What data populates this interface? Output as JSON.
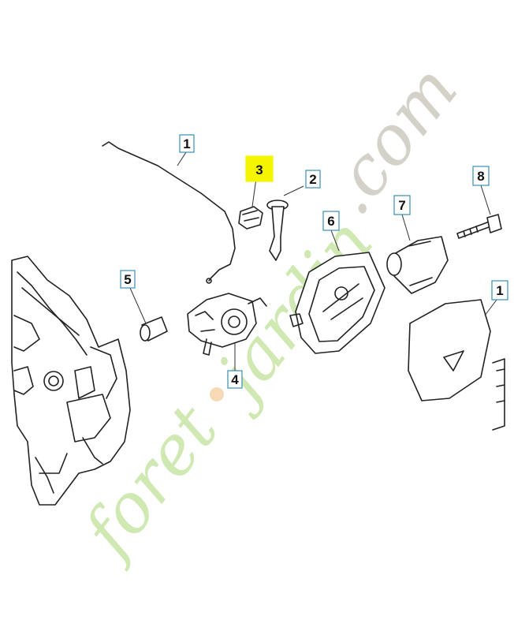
{
  "watermark": {
    "part1": "foret",
    "part2": "jardin",
    "part3": ".com",
    "colors": {
      "green": "#c8e6a6",
      "orange": "#f7d3a8",
      "grey": "#cdc9c0"
    }
  },
  "callouts": [
    {
      "id": "1",
      "label": "1",
      "highlighted": false
    },
    {
      "id": "2",
      "label": "2",
      "highlighted": false
    },
    {
      "id": "3",
      "label": "3",
      "highlighted": true
    },
    {
      "id": "4",
      "label": "4",
      "highlighted": false
    },
    {
      "id": "5",
      "label": "5",
      "highlighted": false
    },
    {
      "id": "6",
      "label": "6",
      "highlighted": false
    },
    {
      "id": "7",
      "label": "7",
      "highlighted": false
    },
    {
      "id": "8",
      "label": "8",
      "highlighted": false
    },
    {
      "id": "1b",
      "label": "1",
      "highlighted": false
    }
  ],
  "colors": {
    "highlight": "#f5f500",
    "callout_border": "#3a8fb7",
    "line": "#222222"
  }
}
